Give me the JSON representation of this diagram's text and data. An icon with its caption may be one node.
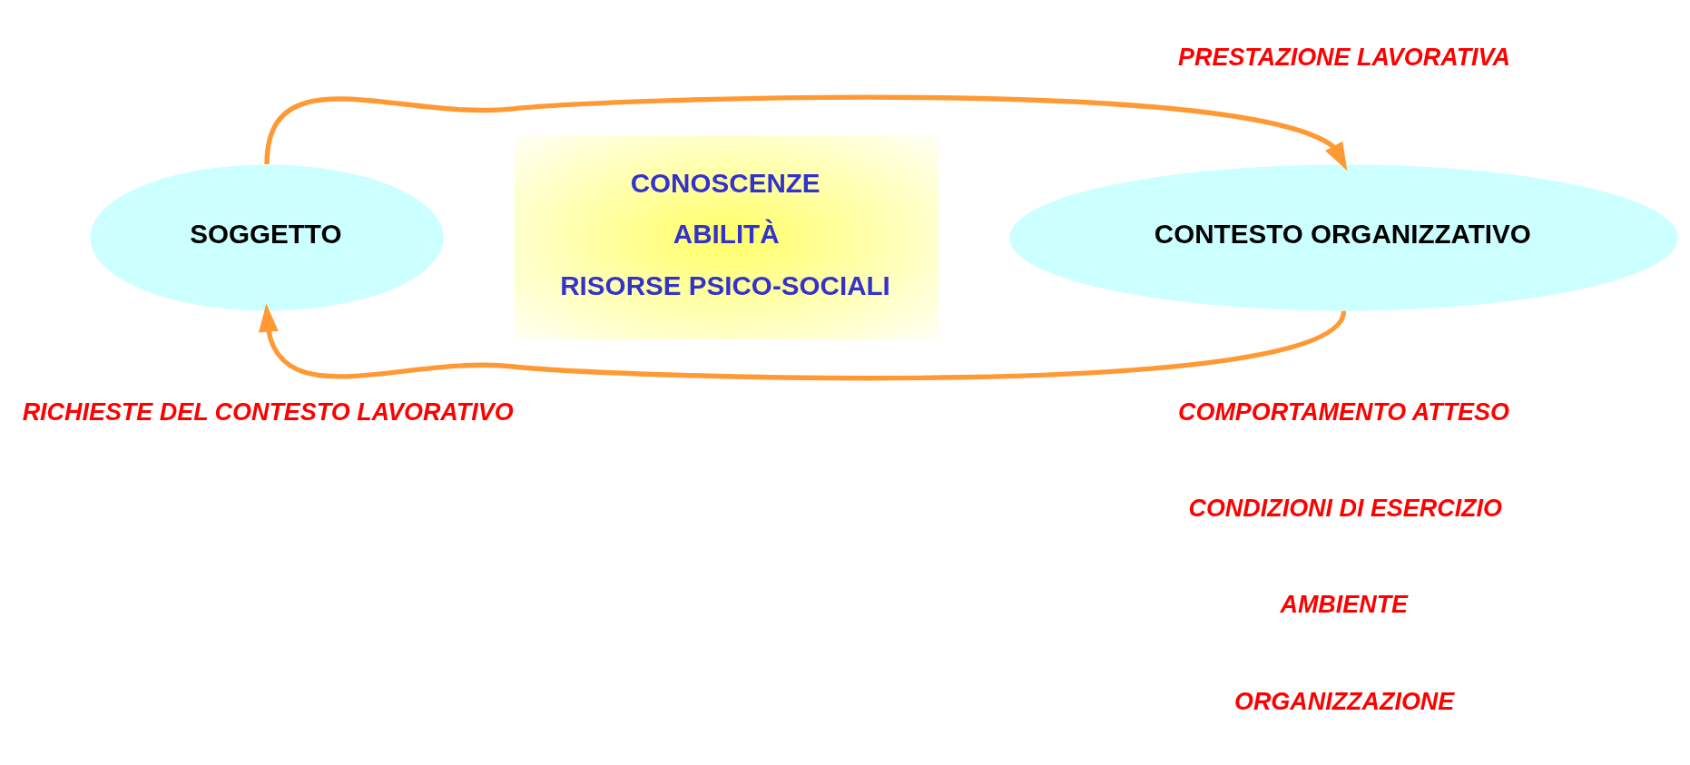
{
  "diagram": {
    "nodes": [
      {
        "text": [
          "SOGGETTO"
        ]
      },
      {
        "text": [
          "CONOSCENZE",
          "ABILITÀ",
          "RISORSE PSICO-SOCIALI"
        ]
      },
      {
        "text": [
          "CONTESTO ORGANIZZATIVO"
        ]
      }
    ],
    "edges": [
      {
        "from": 0,
        "to": 2,
        "arrow": "to"
      },
      {
        "from": 2,
        "to": 0,
        "arrow": "to"
      }
    ],
    "labels": [
      "PRESTAZIONE LAVORATIVA",
      "RICHIESTE DEL CONTESTO LAVORATIVO",
      "COMPORTAMENTO ATTESO",
      "CONDIZIONI DI ESERCIZIO",
      "AMBIENTE",
      "ORGANIZZAZIONE"
    ]
  }
}
